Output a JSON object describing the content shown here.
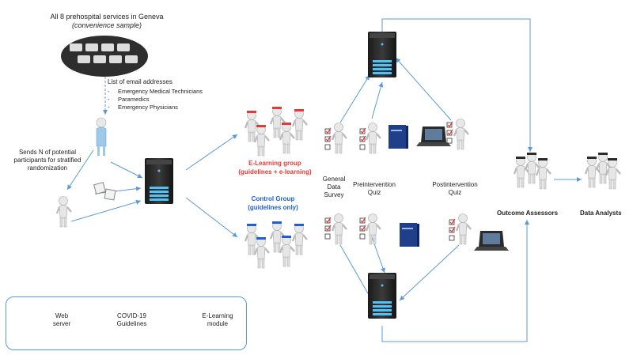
{
  "header": {
    "title": "All 8 prehospital services in Geneva",
    "subtitle": "(convenience sample)"
  },
  "email_list": {
    "title": "List of email addresses",
    "items": [
      "Emergency Medical Technicians",
      "Paramedics",
      "Emergency Physicians"
    ]
  },
  "sends_label": [
    "Sends N of potential",
    "participants for stratified",
    "randomization"
  ],
  "elearning_group": {
    "title": "E-Learning group",
    "subtitle": "(guidelines + e-learning)",
    "color": "#e53935"
  },
  "control_group": {
    "title": "Control Group",
    "subtitle": "(guidelines only)",
    "color": "#1f5fd6"
  },
  "steps": {
    "general": [
      "General",
      "Data",
      "Survey"
    ],
    "pre": [
      "Preintervention",
      "Quiz"
    ],
    "post": [
      "Postintervention",
      "Quiz"
    ]
  },
  "outcome_assessors": "Outcome Assessors",
  "data_analysts": "Data Analysts",
  "legend": {
    "web_server": [
      "Web",
      "server"
    ],
    "guidelines": [
      "COVID-19",
      "Guidelines"
    ],
    "elearning": [
      "E-Learning",
      "module"
    ]
  },
  "colors": {
    "arrow": "#5b9bd5",
    "server": "#2a2a2a",
    "server_light": "#4fc3f7"
  }
}
